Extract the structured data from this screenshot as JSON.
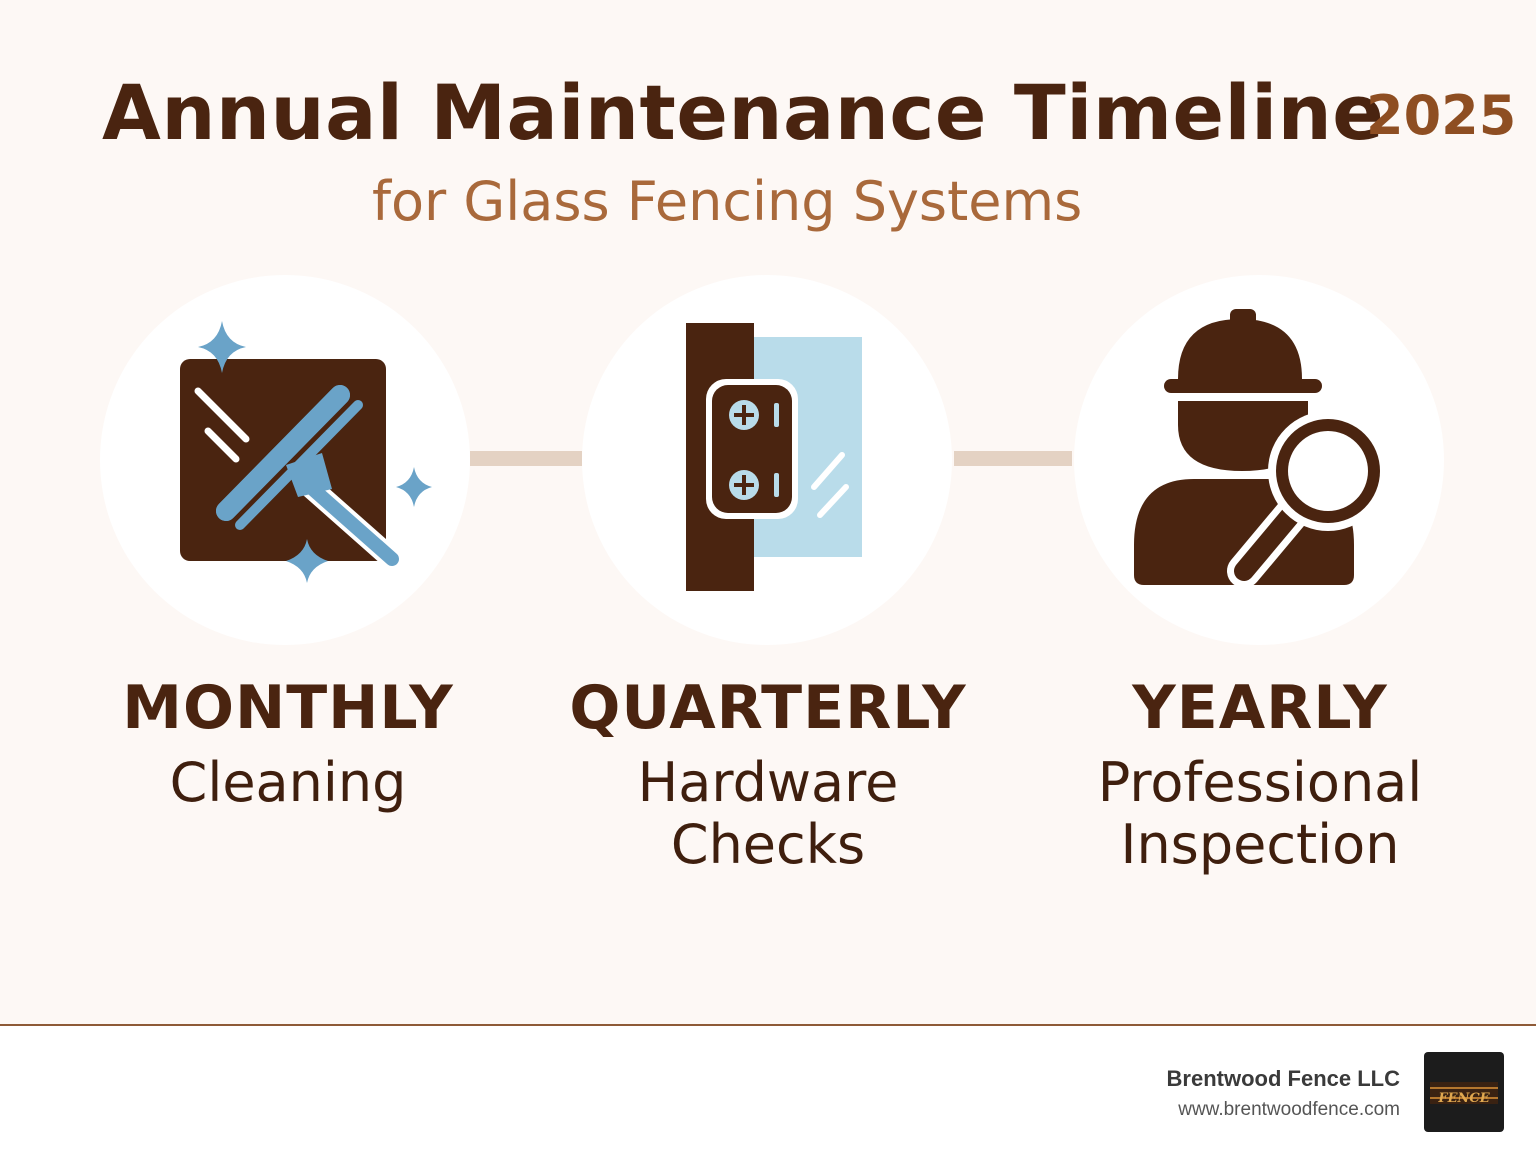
{
  "header": {
    "title": "Annual Maintenance Timeline",
    "year": "2025",
    "subtitle": "for Glass Fencing Systems"
  },
  "steps": [
    {
      "frequency": "MONTHLY",
      "task": "Cleaning",
      "icon": "squeegee-cleaning-icon"
    },
    {
      "frequency": "QUARTERLY",
      "task": "Hardware\nChecks",
      "icon": "glass-clamp-hardware-icon"
    },
    {
      "frequency": "YEARLY",
      "task": "Professional\nInspection",
      "icon": "inspector-magnifier-icon"
    }
  ],
  "footer": {
    "company": "Brentwood Fence LLC",
    "website": "www.brentwoodfence.com",
    "logo_text": "FENCE"
  },
  "colors": {
    "brown": "#4a2410",
    "accent": "#8e4e22",
    "glass_blue": "#6aa3c8",
    "glass_light": "#b9dcea",
    "connector": "#e4d2c3"
  }
}
